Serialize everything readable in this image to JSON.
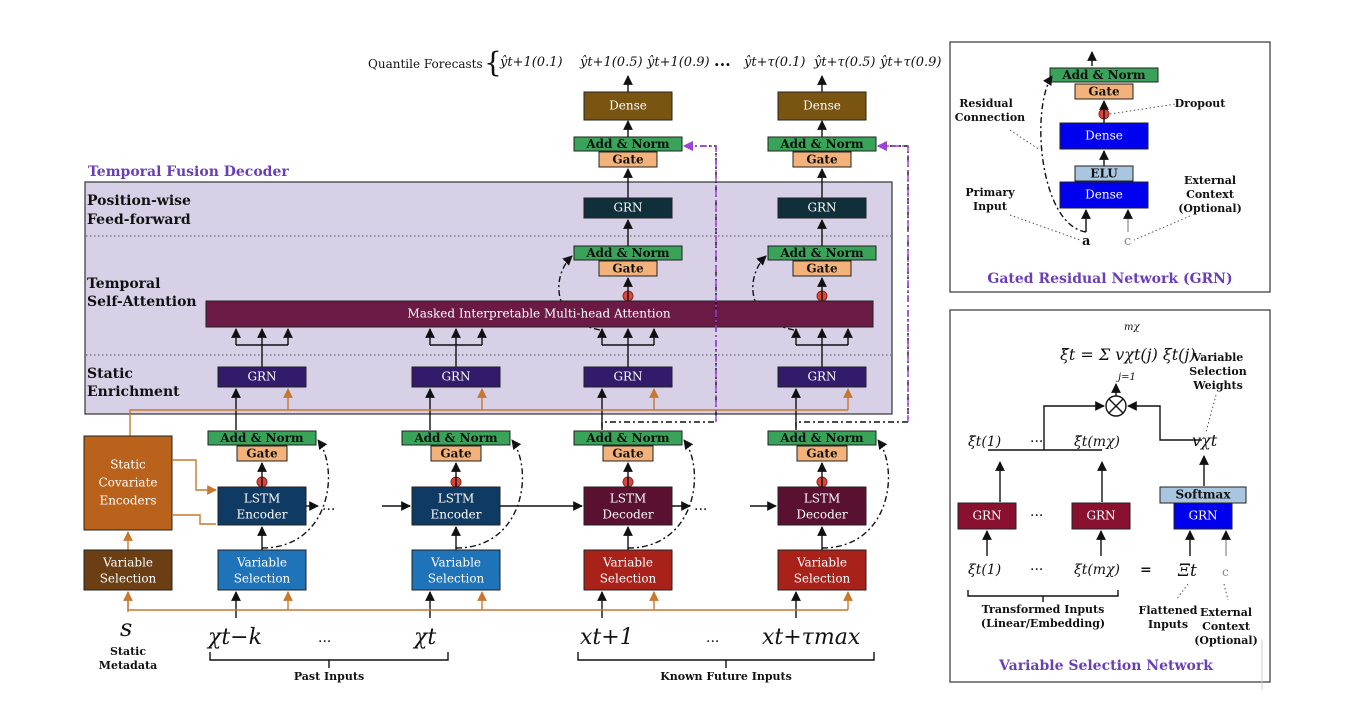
{
  "main": {
    "quantile_label": "Quantile Forecasts",
    "forecasts_left": [
      "ŷt+1(0.1)",
      "ŷt+1(0.5)",
      "ŷt+1(0.9)"
    ],
    "forecasts_right": [
      "ŷt+τ(0.1)",
      "ŷt+τ(0.5)",
      "ŷt+τ(0.9)"
    ],
    "ellipsis": "...",
    "decoder_title": "Temporal Fusion Decoder",
    "layer_ff": [
      "Position-wise",
      "Feed-forward"
    ],
    "layer_attn": [
      "Temporal",
      "Self-Attention"
    ],
    "layer_enrich": [
      "Static",
      "Enrichment"
    ],
    "attention_label": "Masked Interpretable Multi-head Attention",
    "dense": "Dense",
    "add_norm": "Add & Norm",
    "gate": "Gate",
    "grn": "GRN",
    "lstm_encoder": [
      "LSTM",
      "Encoder"
    ],
    "lstm_decoder": [
      "LSTM",
      "Decoder"
    ],
    "variable_selection": [
      "Variable",
      "Selection"
    ],
    "static_encoders": [
      "Static",
      "Covariate",
      "Encoders"
    ],
    "static_var_sel": [
      "Variable",
      "Selection"
    ],
    "static_symbol": "s",
    "static_metadata": [
      "Static",
      "Metadata"
    ],
    "inputs": [
      "χt−k",
      "χt",
      "xt+1",
      "xt+τmax"
    ],
    "past_inputs": "Past Inputs",
    "known_future": "Known Future Inputs"
  },
  "grn_panel": {
    "title": "Gated Residual Network (GRN)",
    "add_norm": "Add & Norm",
    "gate": "Gate",
    "dense": "Dense",
    "elu": "ELU",
    "residual": [
      "Residual",
      "Connection"
    ],
    "dropout": "Dropout",
    "primary": [
      "Primary",
      "Input"
    ],
    "external": [
      "External",
      "Context",
      "(Optional)"
    ],
    "a": "a",
    "c": "c"
  },
  "vsn_panel": {
    "title": "Variable Selection Network",
    "formula": "ξ̃t = Σ vχt(j) ξt(j)",
    "sum_top": "mχ",
    "sum_bottom": "j=1",
    "weights_label": [
      "Variable",
      "Selection",
      "Weights"
    ],
    "v_label": "vχt",
    "softmax": "Softmax",
    "grn": "GRN",
    "xi_tilde": [
      "ξ̃t(1)",
      "ξ̃t(mχ)"
    ],
    "xi": [
      "ξt(1)",
      "ξt(mχ)"
    ],
    "dots": "···",
    "equals": "=",
    "big_xi": "Ξt",
    "c": "c",
    "transformed": [
      "Transformed Inputs",
      "(Linear/Embedding)"
    ],
    "flattened": [
      "Flattened",
      "Inputs"
    ],
    "external": [
      "External",
      "Context",
      "(Optional)"
    ]
  },
  "colors": {
    "dense": "#7a5512",
    "add_norm": "#3aa35a",
    "gate": "#f3b27a",
    "grn_dark": "#0f2f3b",
    "grn_purple": "#331b6b",
    "attention": "#6b1a45",
    "lstm_enc": "#0f3a63",
    "lstm_dec": "#5a1030",
    "vs_blue": "#1f73b8",
    "vs_red": "#a8221a",
    "static_enc": "#b8621c",
    "static_vs": "#6b3e14",
    "decoder_bg": "#d7d0e6",
    "grn_blue": "#0000ee",
    "elu": "#a9c6e0",
    "vsn_grn": "#8a1030"
  }
}
